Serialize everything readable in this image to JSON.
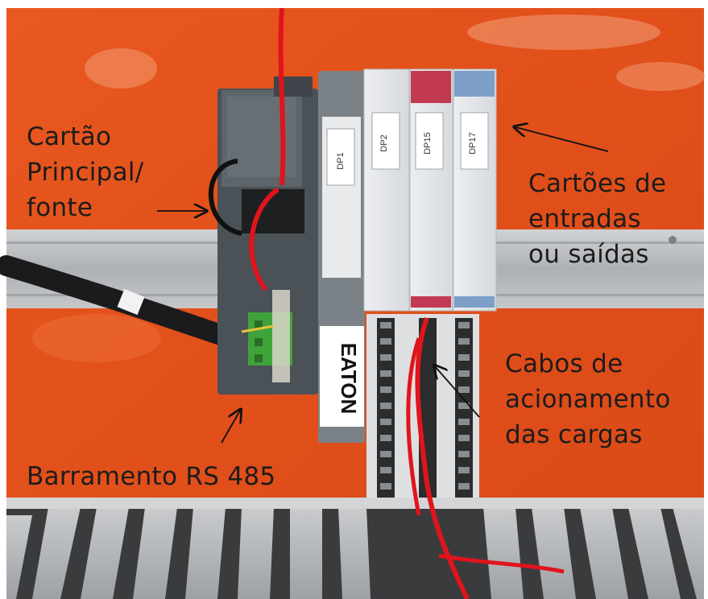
{
  "labels": {
    "main_card": [
      "Cartão",
      "Principal/",
      "fonte"
    ],
    "io_cards": [
      "Cartões de",
      "entradas",
      "ou saídas"
    ],
    "cables": [
      "Cabos de",
      "acionamento",
      "das cargas"
    ],
    "bus": "Barramento RS 485"
  },
  "module_tags": [
    "DP1",
    "DP2",
    "DP15",
    "DP17"
  ],
  "brand": "EATON",
  "colors": {
    "background_panel": "#e2511b",
    "din_rail": "#b9bbbd",
    "module_light": "#e6e8ea",
    "module_dark": "#4a5157",
    "wire_red": "#e0141c",
    "connector_green": "#3fa33a",
    "tag_red": "#c23a52",
    "tag_blue": "#7d9ec8",
    "text": "#1c1c1c"
  }
}
